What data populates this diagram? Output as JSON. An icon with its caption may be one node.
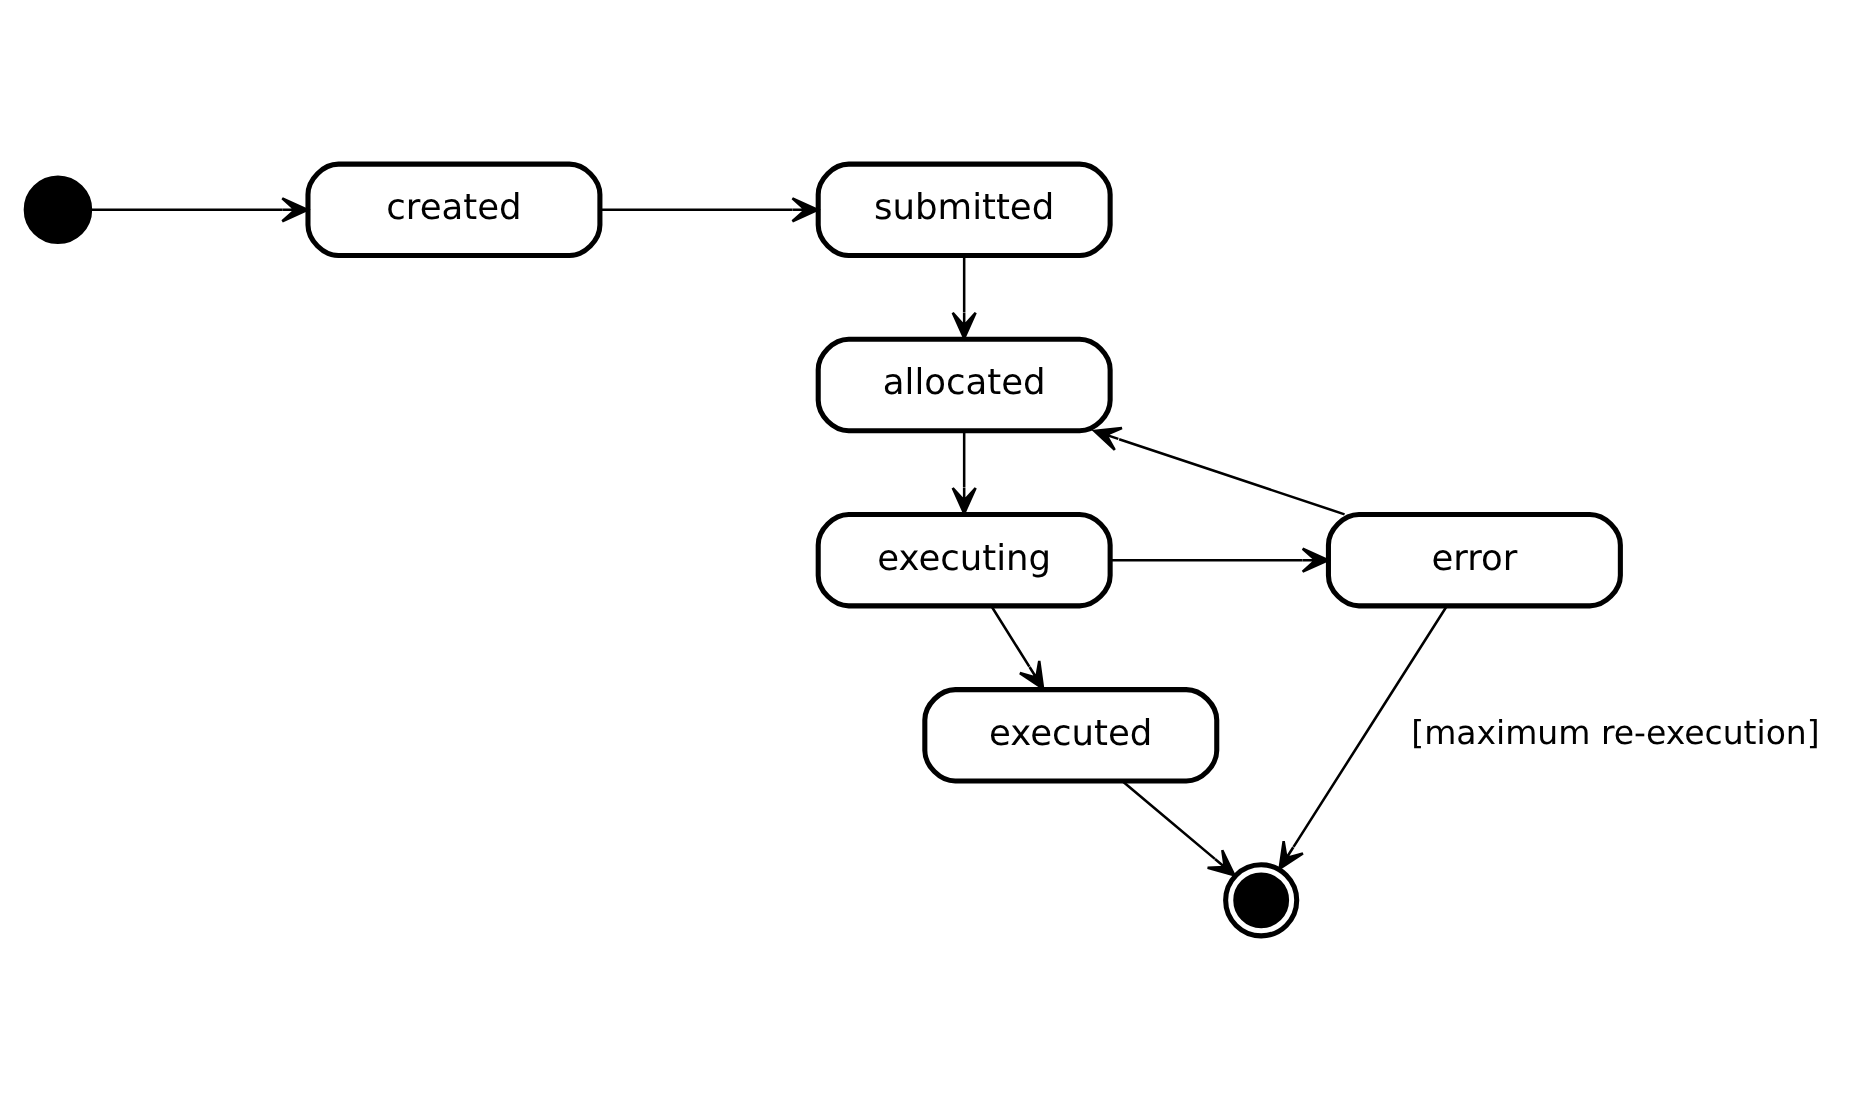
{
  "diagram": {
    "nodes": [
      {
        "text": [],
        "shape": "circle"
      },
      {
        "text": [
          "created"
        ]
      },
      {
        "text": [
          "submitted"
        ]
      },
      {
        "text": [
          "allocated"
        ]
      },
      {
        "text": [
          "executing"
        ]
      },
      {
        "text": [
          "executed"
        ]
      },
      {
        "text": [
          "error"
        ]
      },
      {
        "text": [],
        "shape": "bullseye"
      }
    ],
    "edges": [
      {
        "from": 0,
        "to": 1,
        "arrow": "to"
      },
      {
        "from": 1,
        "to": 2,
        "arrow": "to"
      },
      {
        "from": 2,
        "to": 3,
        "arrow": "to"
      },
      {
        "from": 3,
        "to": 4,
        "arrow": "to"
      },
      {
        "from": 4,
        "to": 6,
        "arrow": "to"
      },
      {
        "from": 6,
        "to": 3,
        "arrow": "to"
      },
      {
        "from": 4,
        "to": 5,
        "arrow": "to"
      },
      {
        "from": 5,
        "to": 7,
        "arrow": "to"
      },
      {
        "from": 6,
        "to": 7,
        "arrow": "to",
        "label": "[maximum re-execution]"
      }
    ]
  }
}
